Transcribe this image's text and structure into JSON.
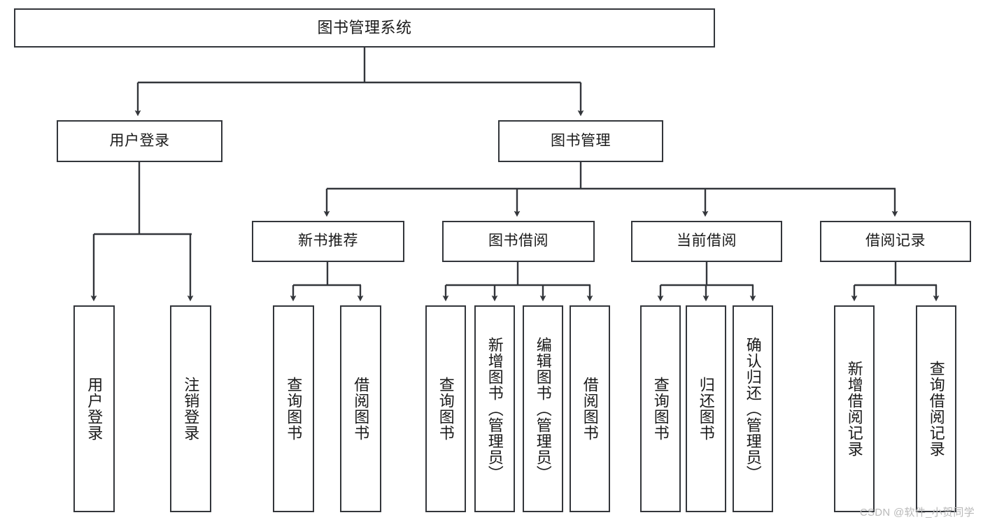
{
  "diagram": {
    "title": "图书管理系统",
    "root": {
      "label": "图书管理系统"
    },
    "level2": [
      {
        "label": "用户登录"
      },
      {
        "label": "图书管理"
      }
    ],
    "level3": [
      {
        "label": "新书推荐"
      },
      {
        "label": "图书借阅"
      },
      {
        "label": "当前借阅"
      },
      {
        "label": "借阅记录"
      }
    ],
    "leaves": [
      {
        "label": "用户登录"
      },
      {
        "label": "注销登录"
      },
      {
        "label": "查询图书"
      },
      {
        "label": "借阅图书"
      },
      {
        "label": "查询图书"
      },
      {
        "label": "新增图书（管理员）"
      },
      {
        "label": "编辑图书（管理员）"
      },
      {
        "label": "借阅图书"
      },
      {
        "label": "查询图书"
      },
      {
        "label": "归还图书"
      },
      {
        "label": "确认归还（管理员）"
      },
      {
        "label": "新增借阅记录"
      },
      {
        "label": "查询借阅记录"
      }
    ],
    "watermark": "CSDN @软件_小贺同学",
    "colors": {
      "stroke": "#33363b",
      "fill": "#ffffff",
      "text": "#1a1a1a",
      "watermark": "#b9b9b9"
    }
  }
}
